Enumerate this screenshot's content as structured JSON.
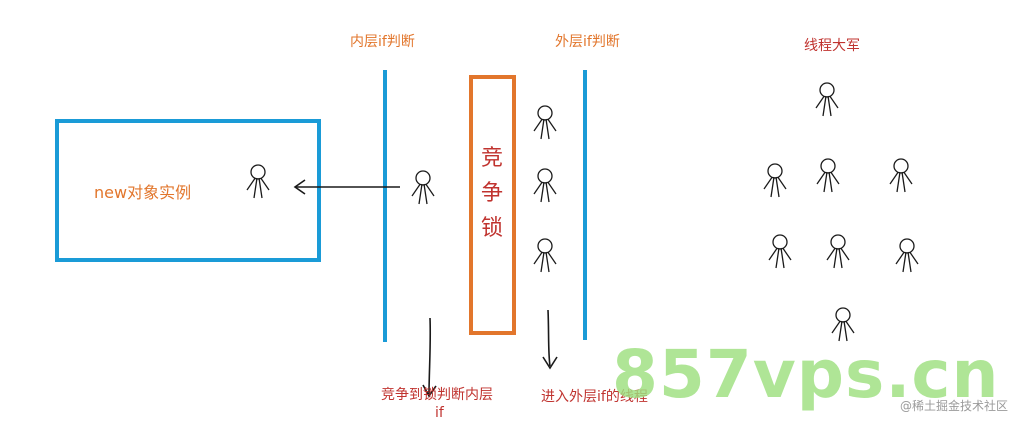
{
  "labels": {
    "inner_if": "内层if判断",
    "outer_if": "外层if判断",
    "thread_army": "线程大军",
    "new_instance": "new对象实例",
    "compete_lock_chars": [
      "竞",
      "争",
      "锁"
    ],
    "compete_to_inner": "竞争到锁判断内层",
    "enter_outer": "进入外层if的线程",
    "cut_text": "if"
  },
  "watermark": "857vps.cn",
  "credit": "@稀土掘金技术社区",
  "colors": {
    "blue": "#1a9bd7",
    "orange": "#e2762c",
    "red": "#c0332f",
    "ink": "#1a1a1a",
    "watermark": "#9ee080"
  }
}
